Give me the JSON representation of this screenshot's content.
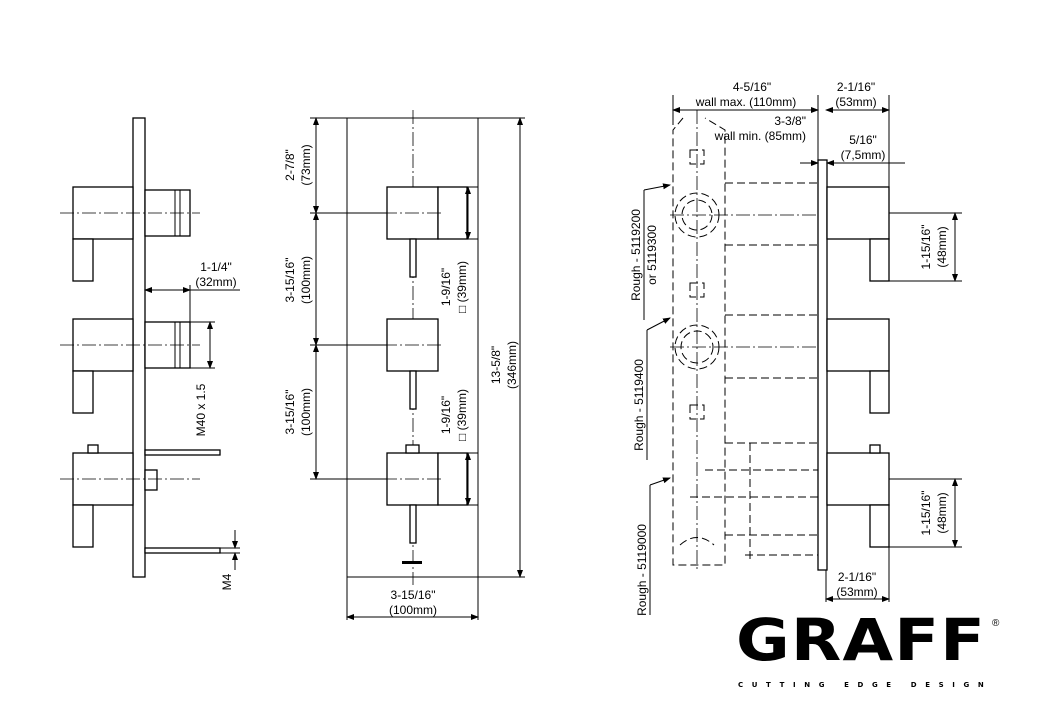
{
  "left_view": {
    "knob_projection": [
      "1-1/4\"",
      "(32mm)"
    ],
    "thread": "M40 x 1.5",
    "screw": "M4"
  },
  "front_view": {
    "top_offset": [
      "2-7/8\"",
      "(73mm)"
    ],
    "spacing_upper": [
      "3-15/16\"",
      "(100mm)"
    ],
    "spacing_lower": [
      "3-15/16\"",
      "(100mm)"
    ],
    "handle_size_upper": [
      "1-9/16\"",
      "□ (39mm)"
    ],
    "handle_size_lower": [
      "1-9/16\"",
      "□ (39mm)"
    ],
    "overall_height": [
      "13-5/8\"",
      "(346mm)"
    ],
    "plate_width": [
      "3-15/16\"",
      "(100mm)"
    ]
  },
  "section_view": {
    "wall_max": [
      "4-5/16\"",
      "wall max. (110mm)"
    ],
    "projection_top": [
      "2-1/16\"",
      "(53mm)"
    ],
    "wall_min": [
      "3-3/8\"",
      "wall min. (85mm)"
    ],
    "plate_thickness": [
      "5/16\"",
      "(7,5mm)"
    ],
    "handle_upper": [
      "1-15/16\"",
      "(48mm)"
    ],
    "handle_lower": [
      "1-15/16\"",
      "(48mm)"
    ],
    "projection_bottom": [
      "2-1/16\"",
      "(53mm)"
    ],
    "rough_labels": [
      "Rough - 5119200",
      "or 5119300",
      "Rough - 5119400",
      "Rough - 5119000"
    ]
  },
  "logo": {
    "brand": "GRAFF",
    "registered": "®",
    "tagline": "CUTTING EDGE DESIGN"
  }
}
